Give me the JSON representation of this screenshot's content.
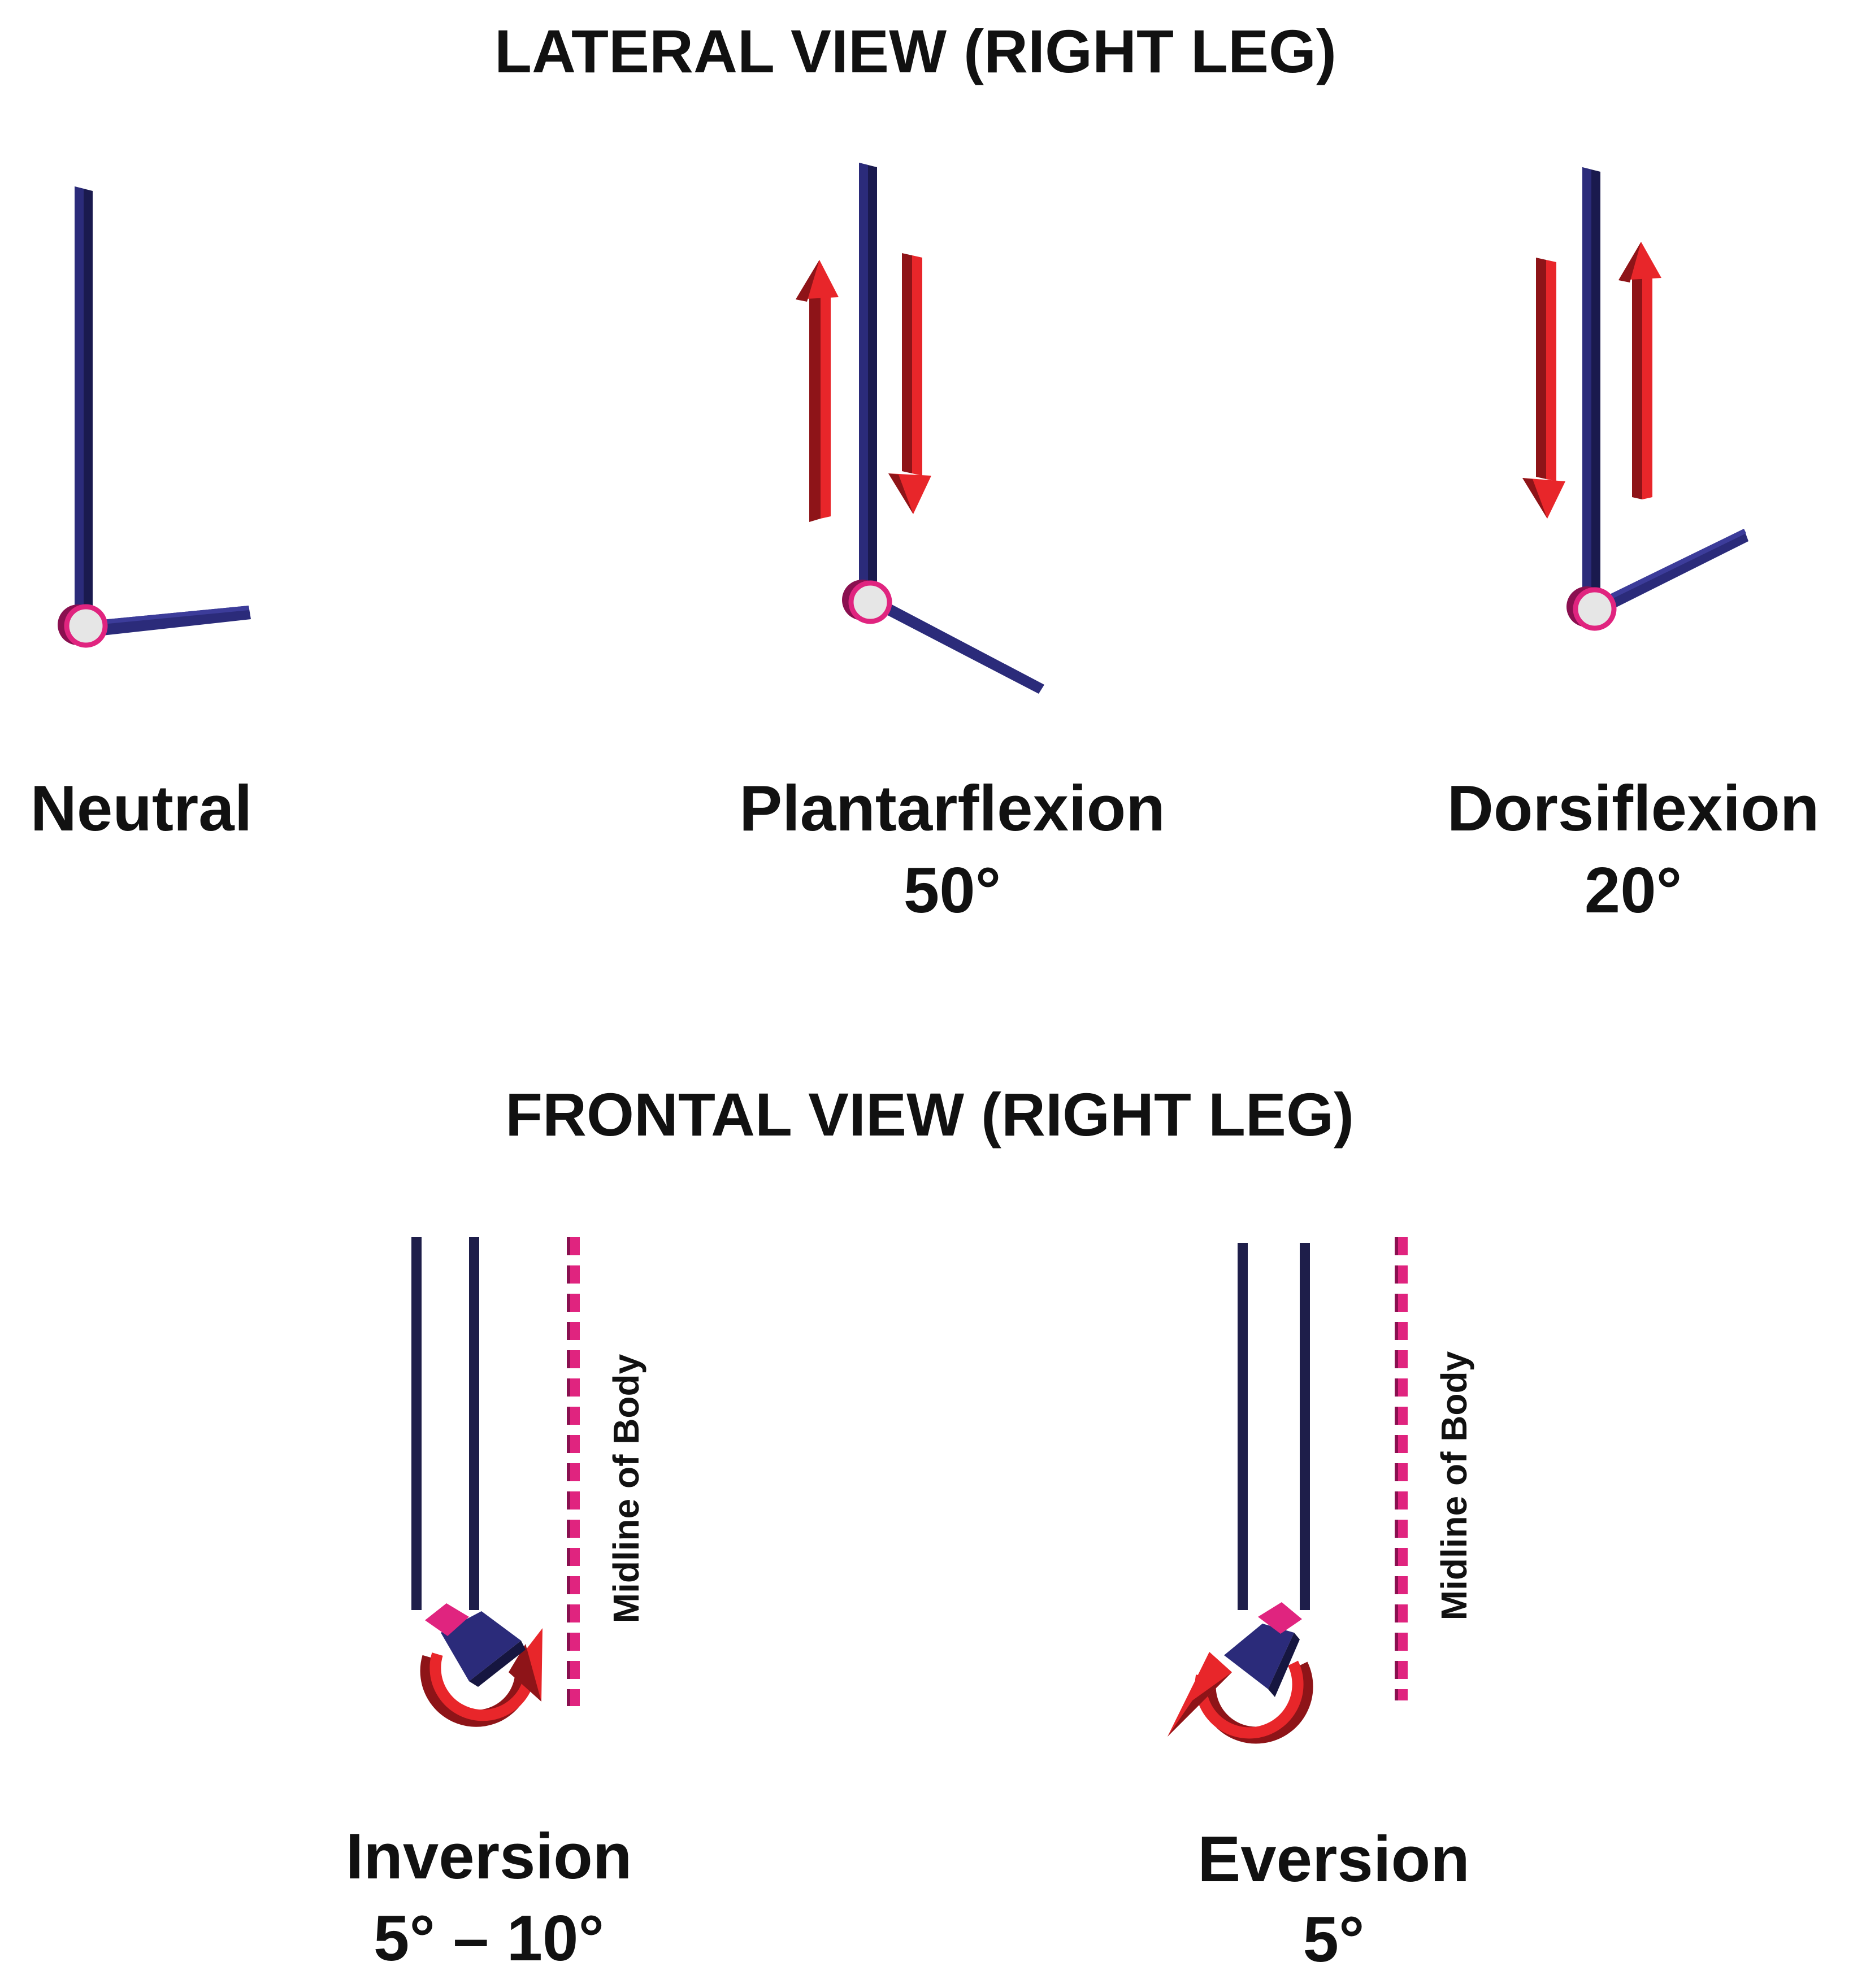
{
  "lateral": {
    "title": "LATERAL VIEW (RIGHT LEG)",
    "neutral_label": "Neutral",
    "plantarflexion_label": "Plantarflexion",
    "plantarflexion_value": "50°",
    "dorsiflexion_label": "Dorsiflexion",
    "dorsiflexion_value": "20°"
  },
  "frontal": {
    "title": "FRONTAL VIEW (RIGHT LEG)",
    "midline_label": "Midline of Body",
    "inversion_label": "Inversion",
    "inversion_value": "5° – 10°",
    "eversion_label": "Eversion",
    "eversion_value": "5°"
  },
  "colors": {
    "bone": "#2b2b7a",
    "bone_dark": "#1a1a4e",
    "joint_ring": "#e0247f",
    "joint_fill": "#e6e6e6",
    "arrow": "#e8262a",
    "arrow_dark": "#8e1418",
    "midline": "#e0247f",
    "frontal_bone": "#1e1e4a"
  }
}
